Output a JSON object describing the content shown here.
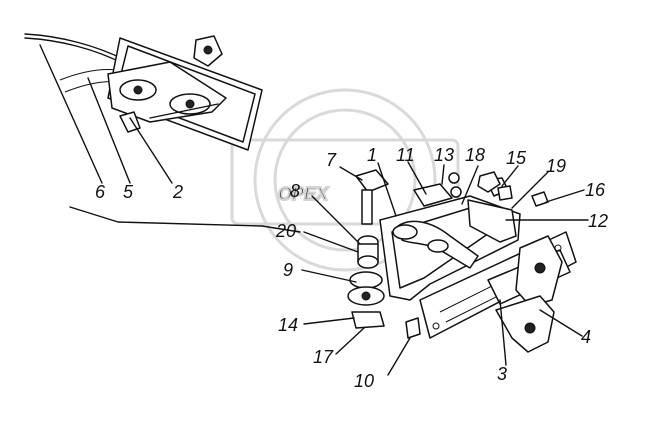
{
  "watermark": {
    "text": "OPEX"
  },
  "callouts": [
    {
      "id": "c6",
      "text": "6"
    },
    {
      "id": "c5",
      "text": "5"
    },
    {
      "id": "c2",
      "text": "2"
    },
    {
      "id": "c7",
      "text": "7"
    },
    {
      "id": "c1",
      "text": "1"
    },
    {
      "id": "c11",
      "text": "11"
    },
    {
      "id": "c13",
      "text": "13"
    },
    {
      "id": "c18",
      "text": "18"
    },
    {
      "id": "c15",
      "text": "15"
    },
    {
      "id": "c19",
      "text": "19"
    },
    {
      "id": "c16",
      "text": "16"
    },
    {
      "id": "c12",
      "text": "12"
    },
    {
      "id": "c8",
      "text": "8"
    },
    {
      "id": "c20",
      "text": "20"
    },
    {
      "id": "c9",
      "text": "9"
    },
    {
      "id": "c14",
      "text": "14"
    },
    {
      "id": "c17",
      "text": "17"
    },
    {
      "id": "c10",
      "text": "10"
    },
    {
      "id": "c3",
      "text": "3"
    },
    {
      "id": "c4",
      "text": "4"
    }
  ]
}
